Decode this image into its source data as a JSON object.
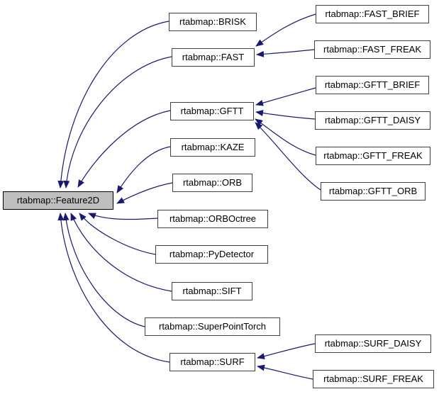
{
  "diagram": {
    "type": "class-inheritance-graph",
    "tool_style": "doxygen",
    "base_class": "rtabmap::Feature2D",
    "arrow_semantics": "arrow points from derived class to its base class",
    "colors": {
      "edge": "#191970",
      "node_border": "#404040",
      "node_fill": "#ffffff",
      "selected_node_fill": "#bfbfbf",
      "selected_node_border": "#000000",
      "text": "#000000",
      "canvas": "#ffffff"
    },
    "nodes": {
      "feature2d": {
        "label": "rtabmap::Feature2D",
        "selected": true
      },
      "brisk": {
        "label": "rtabmap::BRISK"
      },
      "fast": {
        "label": "rtabmap::FAST"
      },
      "gftt": {
        "label": "rtabmap::GFTT"
      },
      "kaze": {
        "label": "rtabmap::KAZE"
      },
      "orb": {
        "label": "rtabmap::ORB"
      },
      "orboctree": {
        "label": "rtabmap::ORBOctree"
      },
      "pydetector": {
        "label": "rtabmap::PyDetector"
      },
      "sift": {
        "label": "rtabmap::SIFT"
      },
      "superpointtorch": {
        "label": "rtabmap::SuperPointTorch"
      },
      "surf": {
        "label": "rtabmap::SURF"
      },
      "fast_brief": {
        "label": "rtabmap::FAST_BRIEF"
      },
      "fast_freak": {
        "label": "rtabmap::FAST_FREAK"
      },
      "gftt_brief": {
        "label": "rtabmap::GFTT_BRIEF"
      },
      "gftt_daisy": {
        "label": "rtabmap::GFTT_DAISY"
      },
      "gftt_freak": {
        "label": "rtabmap::GFTT_FREAK"
      },
      "gftt_orb": {
        "label": "rtabmap::GFTT_ORB"
      },
      "surf_daisy": {
        "label": "rtabmap::SURF_DAISY"
      },
      "surf_freak": {
        "label": "rtabmap::SURF_FREAK"
      }
    },
    "edges": [
      {
        "from": "brisk",
        "to": "feature2d"
      },
      {
        "from": "fast",
        "to": "feature2d"
      },
      {
        "from": "gftt",
        "to": "feature2d"
      },
      {
        "from": "kaze",
        "to": "feature2d"
      },
      {
        "from": "orb",
        "to": "feature2d"
      },
      {
        "from": "orboctree",
        "to": "feature2d"
      },
      {
        "from": "pydetector",
        "to": "feature2d"
      },
      {
        "from": "sift",
        "to": "feature2d"
      },
      {
        "from": "superpointtorch",
        "to": "feature2d"
      },
      {
        "from": "surf",
        "to": "feature2d"
      },
      {
        "from": "fast_brief",
        "to": "fast"
      },
      {
        "from": "fast_freak",
        "to": "fast"
      },
      {
        "from": "gftt_brief",
        "to": "gftt"
      },
      {
        "from": "gftt_daisy",
        "to": "gftt"
      },
      {
        "from": "gftt_freak",
        "to": "gftt"
      },
      {
        "from": "gftt_orb",
        "to": "gftt"
      },
      {
        "from": "surf_daisy",
        "to": "surf"
      },
      {
        "from": "surf_freak",
        "to": "surf"
      }
    ]
  }
}
